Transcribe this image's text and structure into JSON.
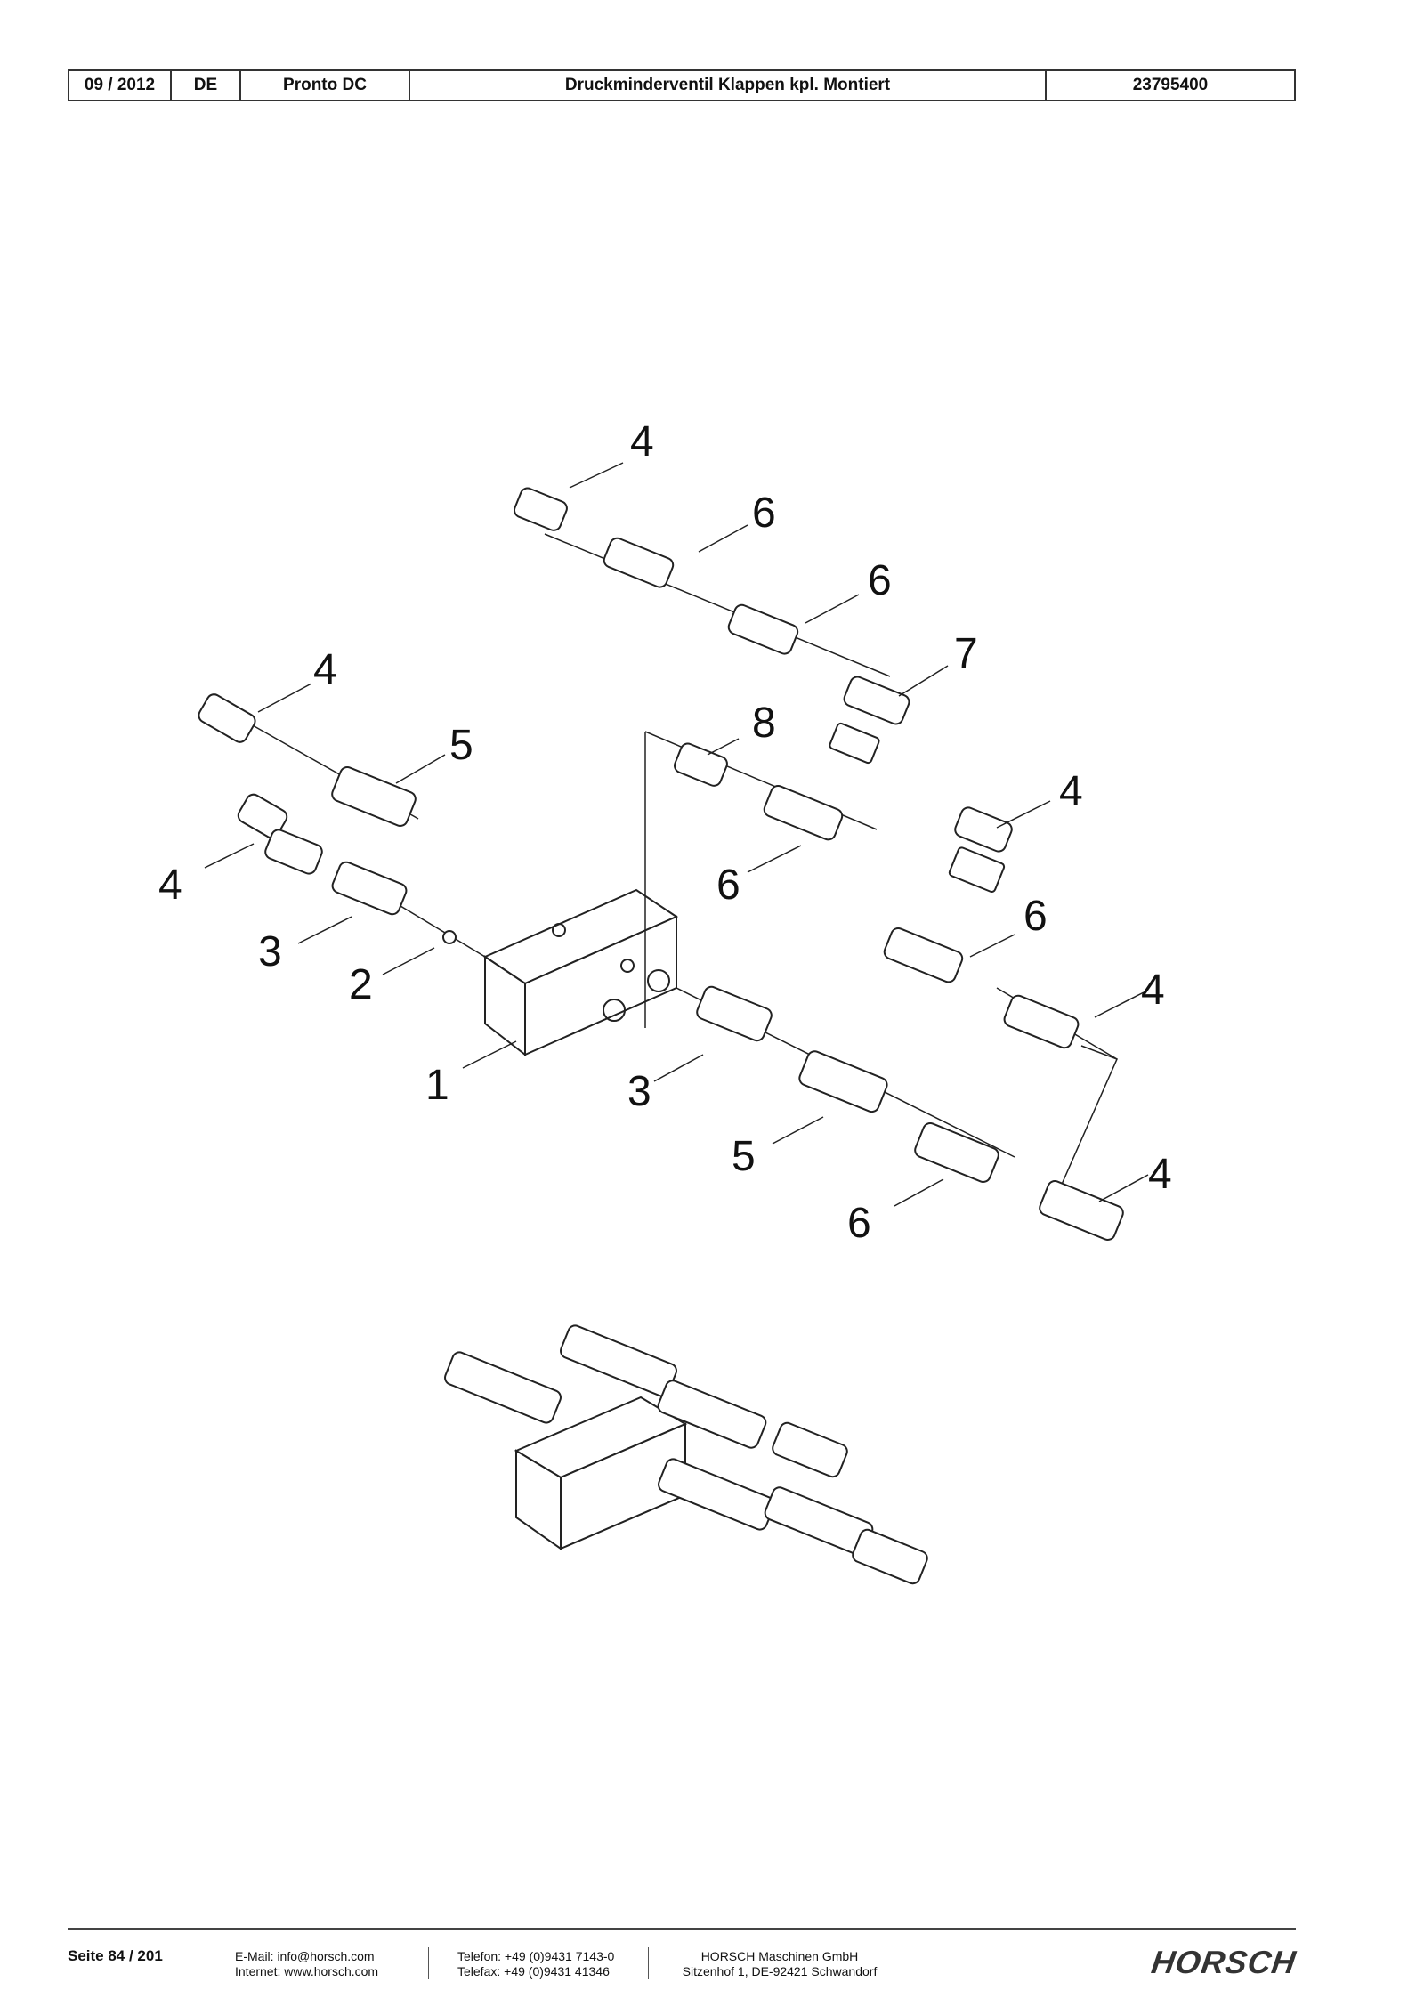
{
  "header": {
    "date": "09 / 2012",
    "lang": "DE",
    "model": "Pronto DC",
    "title": "Druckminderventil Klappen kpl. Montiert",
    "part_no": "23795400"
  },
  "callouts": [
    "4",
    "6",
    "6",
    "7",
    "4",
    "5",
    "8",
    "4",
    "4",
    "6",
    "6",
    "3",
    "2",
    "4",
    "1",
    "3",
    "5",
    "4",
    "6"
  ],
  "footer": {
    "page": "Seite 84 / 201",
    "email": "E-Mail: info@horsch.com",
    "internet": "Internet: www.horsch.com",
    "phone": "Telefon: +49 (0)9431 7143-0",
    "fax": "Telefax: +49 (0)9431 41346",
    "company": "HORSCH Maschinen GmbH",
    "address": "Sitzenhof 1, DE-92421 Schwandorf",
    "logo_text": "HORSCH"
  }
}
